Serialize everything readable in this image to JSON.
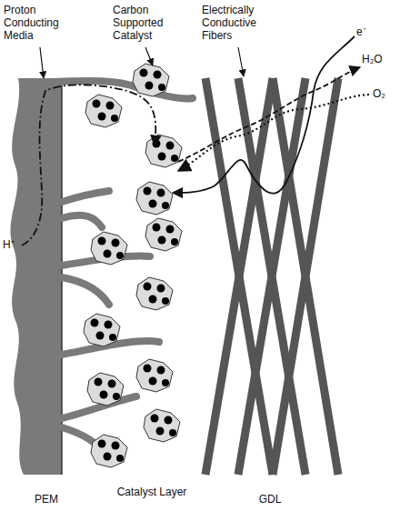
{
  "diagram": {
    "labels": [
      "Proton Conducting Media",
      "Carbon Supported Catalyst",
      "Electrically Conductive Fibers",
      "e⁻",
      "H₂O",
      "O₂",
      "H⁺",
      "PEM",
      "Catalyst Layer",
      "GDL"
    ]
  }
}
